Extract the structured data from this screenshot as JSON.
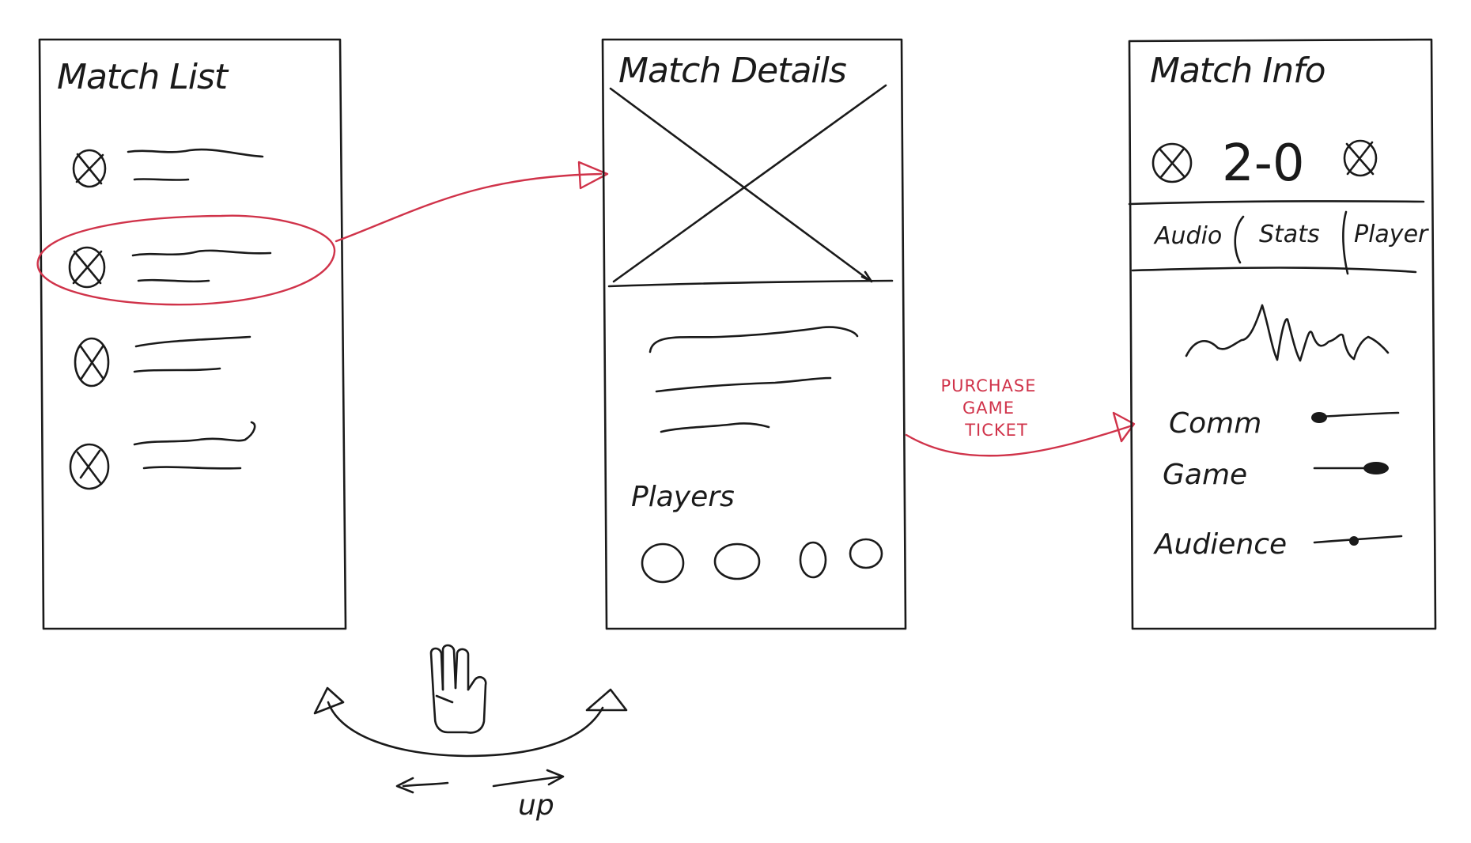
{
  "screens": {
    "match_list": {
      "title": "Match List"
    },
    "match_details": {
      "title": "Match Details",
      "players_label": "Players"
    },
    "match_info": {
      "title": "Match Info",
      "score": "2-0",
      "tabs": [
        "Audio",
        "Stats",
        "Player"
      ],
      "sliders": [
        "Comm",
        "Game",
        "Audience"
      ]
    }
  },
  "annotations": {
    "purchase": [
      "PURCHASE",
      "GAME",
      "TICKET"
    ],
    "gesture_up": "up"
  },
  "colors": {
    "ink": "#1a1a1a",
    "accent": "#d0334a"
  },
  "icons": [
    "team-logo-icon",
    "image-placeholder-icon",
    "player-avatar-icon",
    "three-finger-hand-icon"
  ]
}
